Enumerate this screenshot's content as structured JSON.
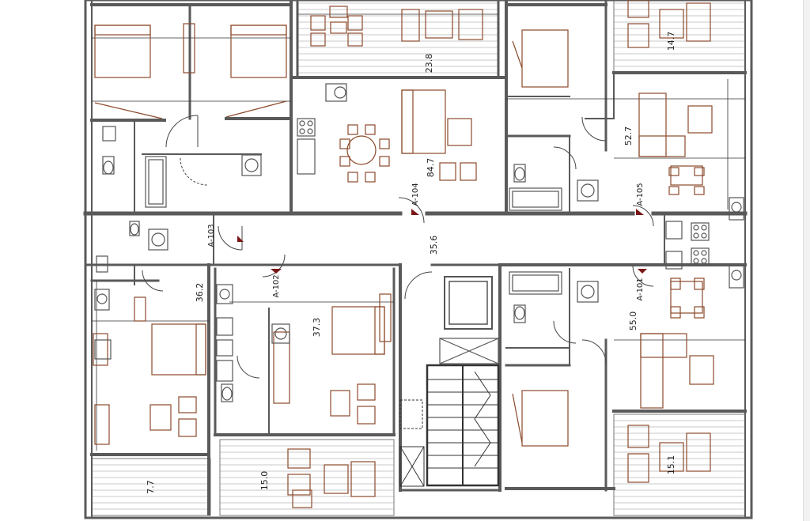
{
  "colors": {
    "wall": "#5a5a5a",
    "furniture": "#8b4a2b",
    "fixture": "#555555",
    "door_marker": "#7a1616",
    "dimension": "#333333"
  },
  "units": [
    {
      "id": "A-104",
      "label": "A-104",
      "area": "84.7"
    },
    {
      "id": "A-105",
      "label": "A-105",
      "area": "52.7"
    },
    {
      "id": "A-103",
      "label": "A-103",
      "area": "36.2"
    },
    {
      "id": "A-102",
      "label": "A-102",
      "area": "37.3"
    },
    {
      "id": "A-101",
      "label": "A-101",
      "area": "55.0"
    }
  ],
  "spaces": [
    {
      "id": "terrace-top-center",
      "area": "23.8"
    },
    {
      "id": "terrace-top-right",
      "area": "14.7"
    },
    {
      "id": "corridor",
      "area": "35.6"
    },
    {
      "id": "terrace-bottom-left",
      "area": "7.7"
    },
    {
      "id": "terrace-bottom-center",
      "area": "15.0"
    },
    {
      "id": "terrace-bottom-right",
      "area": "15.1"
    }
  ]
}
